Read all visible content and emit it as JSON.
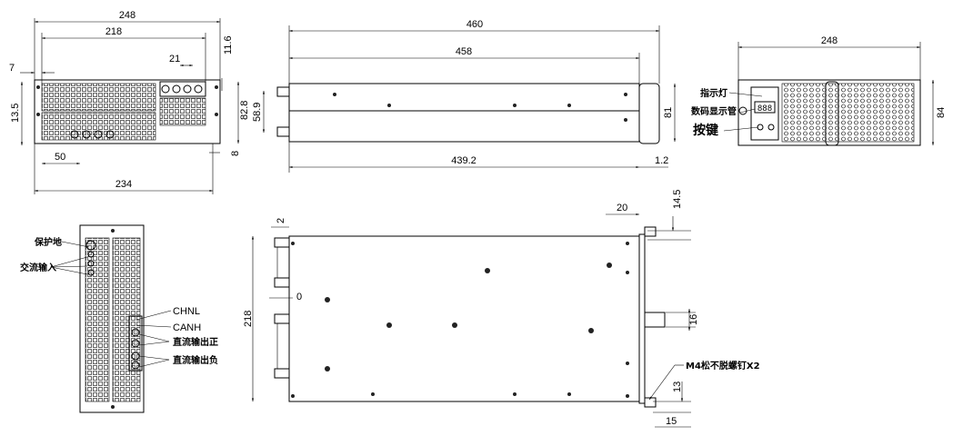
{
  "views": {
    "front": {
      "dims": {
        "overall_width": "248",
        "inner_width": "218",
        "left_offset": "7",
        "connector_width": "21",
        "top_offset": "11.6",
        "height": "13.5",
        "bottom_width": "50",
        "right_offset": "8",
        "mount_width": "234"
      }
    },
    "side": {
      "dims": {
        "overall_length": "460",
        "body_length": "458",
        "height": "82.8",
        "inner_height": "58.9",
        "length_to_handle": "439.2",
        "handle_offset": "1.2",
        "body_height": "81"
      }
    },
    "rear": {
      "dims": {
        "width": "248",
        "height": "84"
      },
      "labels": {
        "indicator": "指示灯",
        "display": "数码显示管",
        "button": "按键"
      },
      "display_value": "888"
    },
    "panel": {
      "labels": {
        "ground": "保护地",
        "ac_input": "交流输入",
        "chnl": "CHNL",
        "canh": "CANH",
        "dc_pos": "直流输出正",
        "dc_neg": "直流输出负"
      }
    },
    "top": {
      "dims": {
        "small_gap": "2",
        "zero": "0",
        "depth": "218",
        "screw_offset": "20",
        "top_screw": "14.5",
        "handle": "16",
        "bottom_screw": "13",
        "screw_length": "15"
      },
      "labels": {
        "screw": "M4松不脱螺钉X2"
      }
    }
  }
}
